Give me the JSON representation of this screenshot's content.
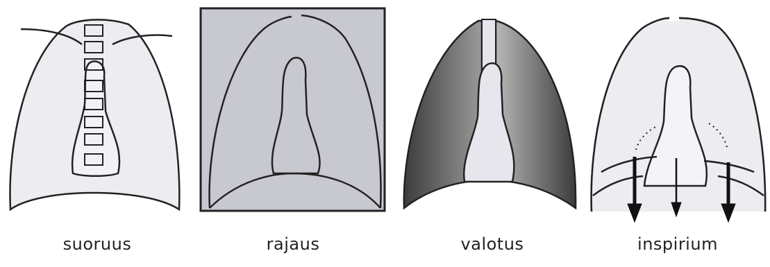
{
  "panels": [
    {
      "id": "suoruus",
      "caption": "suoruus"
    },
    {
      "id": "rajaus",
      "caption": "rajaus"
    },
    {
      "id": "valotus",
      "caption": "valotus"
    },
    {
      "id": "inspirium",
      "caption": "inspirium"
    }
  ],
  "colors": {
    "lung_fill": "#ececf1",
    "stroke": "#222222",
    "frame_fill": "#c8c8d0",
    "dark_gradient_start": "#3c3c3c",
    "dark_gradient_end": "#b8b8b8"
  }
}
